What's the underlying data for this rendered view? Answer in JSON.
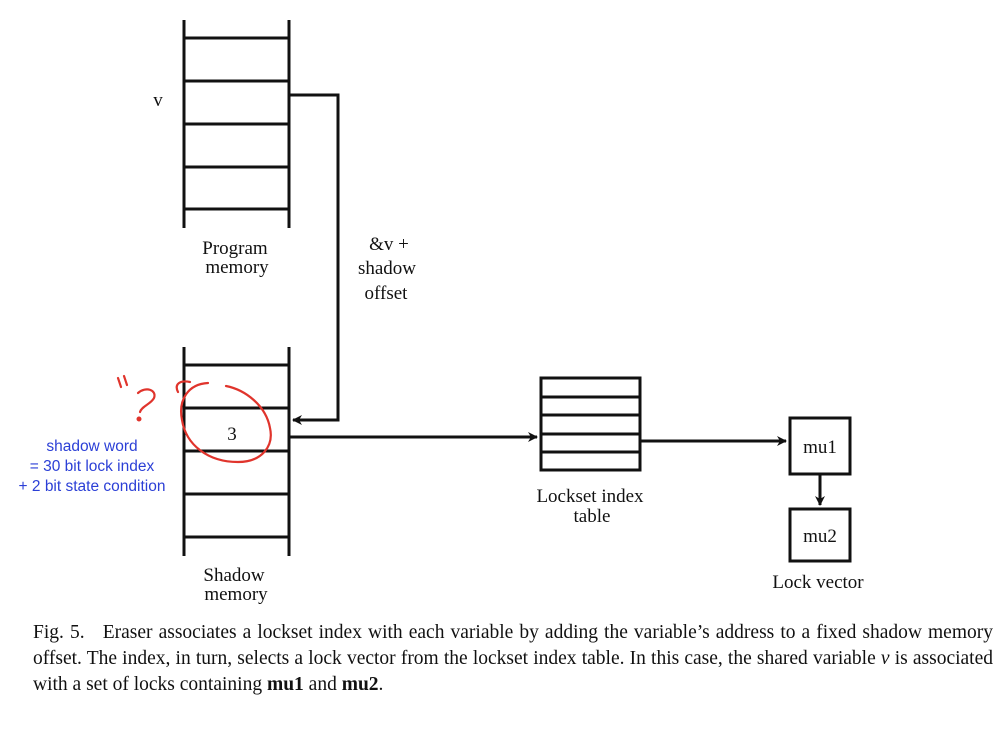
{
  "program_memory": {
    "variable_label": "v",
    "label_line1": "Program",
    "label_line2": "memory"
  },
  "address_arrow": {
    "line1": "&v +",
    "line2": "shadow",
    "line3": "offset"
  },
  "shadow_memory": {
    "cell_value": "3",
    "label_line1": "Shadow",
    "label_line2": "memory"
  },
  "annotation": {
    "mark": "\"?",
    "line1": "shadow word",
    "line2": "= 30 bit lock index",
    "line3": "+ 2 bit state condition",
    "text_color": "#2b3fd6",
    "ink_color": "#e0342c"
  },
  "lockset_table": {
    "label_line1": "Lockset index",
    "label_line2": "table"
  },
  "lock_vector": {
    "lock1": "mu1",
    "lock2": "mu2",
    "label": "Lock vector"
  },
  "caption": {
    "fig_label": "Fig. 5.",
    "text_part1": "Eraser associates a lockset index with each variable by adding the variable’s address to a fixed shadow memory offset. The index, in turn, selects a lock vector from the lockset index table. In this case, the shared variable",
    "var_name": "v",
    "text_part2": "is associated with a set of locks containing",
    "lock1": "mu1",
    "conjunction": "and",
    "lock2": "mu2",
    "period": "."
  }
}
